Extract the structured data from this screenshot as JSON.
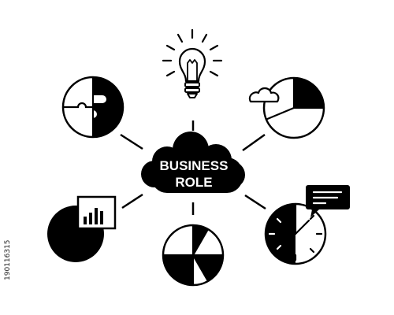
{
  "diagram": {
    "center": {
      "line1": "BUSINESS",
      "line2": "ROLE"
    },
    "nodes": [
      {
        "name": "idea",
        "icon": "lightbulb-icon"
      },
      {
        "name": "analytics",
        "icon": "cloud-pie-chart-icon"
      },
      {
        "name": "communication",
        "icon": "clock-chat-icon"
      },
      {
        "name": "reporting",
        "icon": "pie-chart-icon"
      },
      {
        "name": "presentation",
        "icon": "bar-chart-board-icon"
      },
      {
        "name": "problem-solving",
        "icon": "puzzle-circle-icon"
      }
    ],
    "colors": {
      "ink": "#000000",
      "paper": "#ffffff"
    }
  },
  "stock_id": "190116315"
}
